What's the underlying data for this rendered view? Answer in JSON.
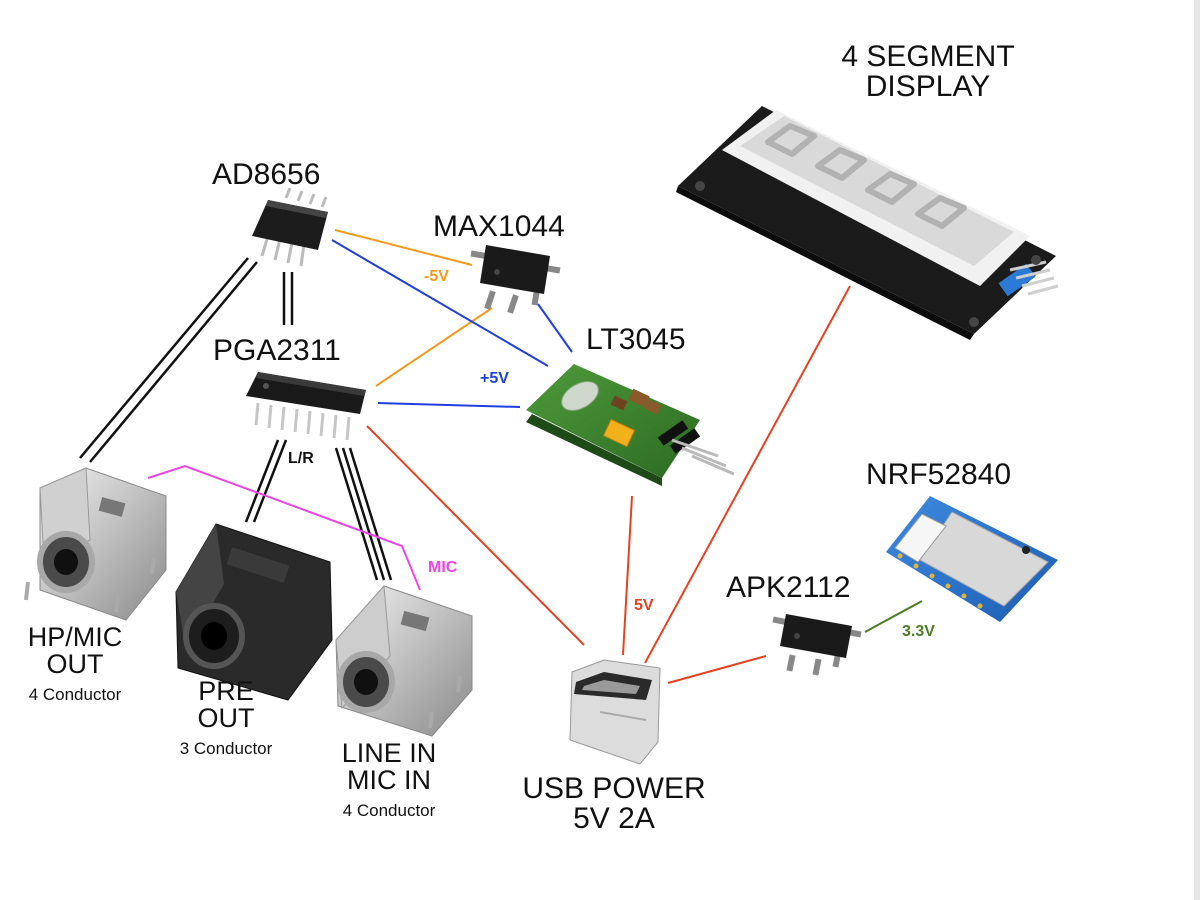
{
  "components": {
    "ad8656": "AD8656",
    "max1044": "MAX1044",
    "pga2311": "PGA2311",
    "lt3045": "LT3045",
    "display": [
      "4 SEGMENT",
      "DISPLAY"
    ],
    "nrf": "NRF52840",
    "apk": "APK2112",
    "usb": [
      "USB POWER",
      "5V 2A"
    ],
    "hp": [
      "HP/MIC",
      "OUT"
    ],
    "hp_sub": "4 Conductor",
    "pre": [
      "PRE",
      "OUT"
    ],
    "pre_sub": "3 Conductor",
    "line": [
      "LINE IN",
      "MIC IN"
    ],
    "line_sub": "4 Conductor"
  },
  "wire_labels": {
    "neg5": "-5V",
    "pos5": "+5V",
    "lr": "L/R",
    "mic": "MIC",
    "v5": "5V",
    "v33": "3.3V"
  },
  "colors": {
    "neg5": "#f39a1e",
    "pos5": "#1f3fe0",
    "power5": "#e8411e",
    "mic": "#ee44e8",
    "v33": "#4f7d25",
    "signal": "#111111"
  }
}
